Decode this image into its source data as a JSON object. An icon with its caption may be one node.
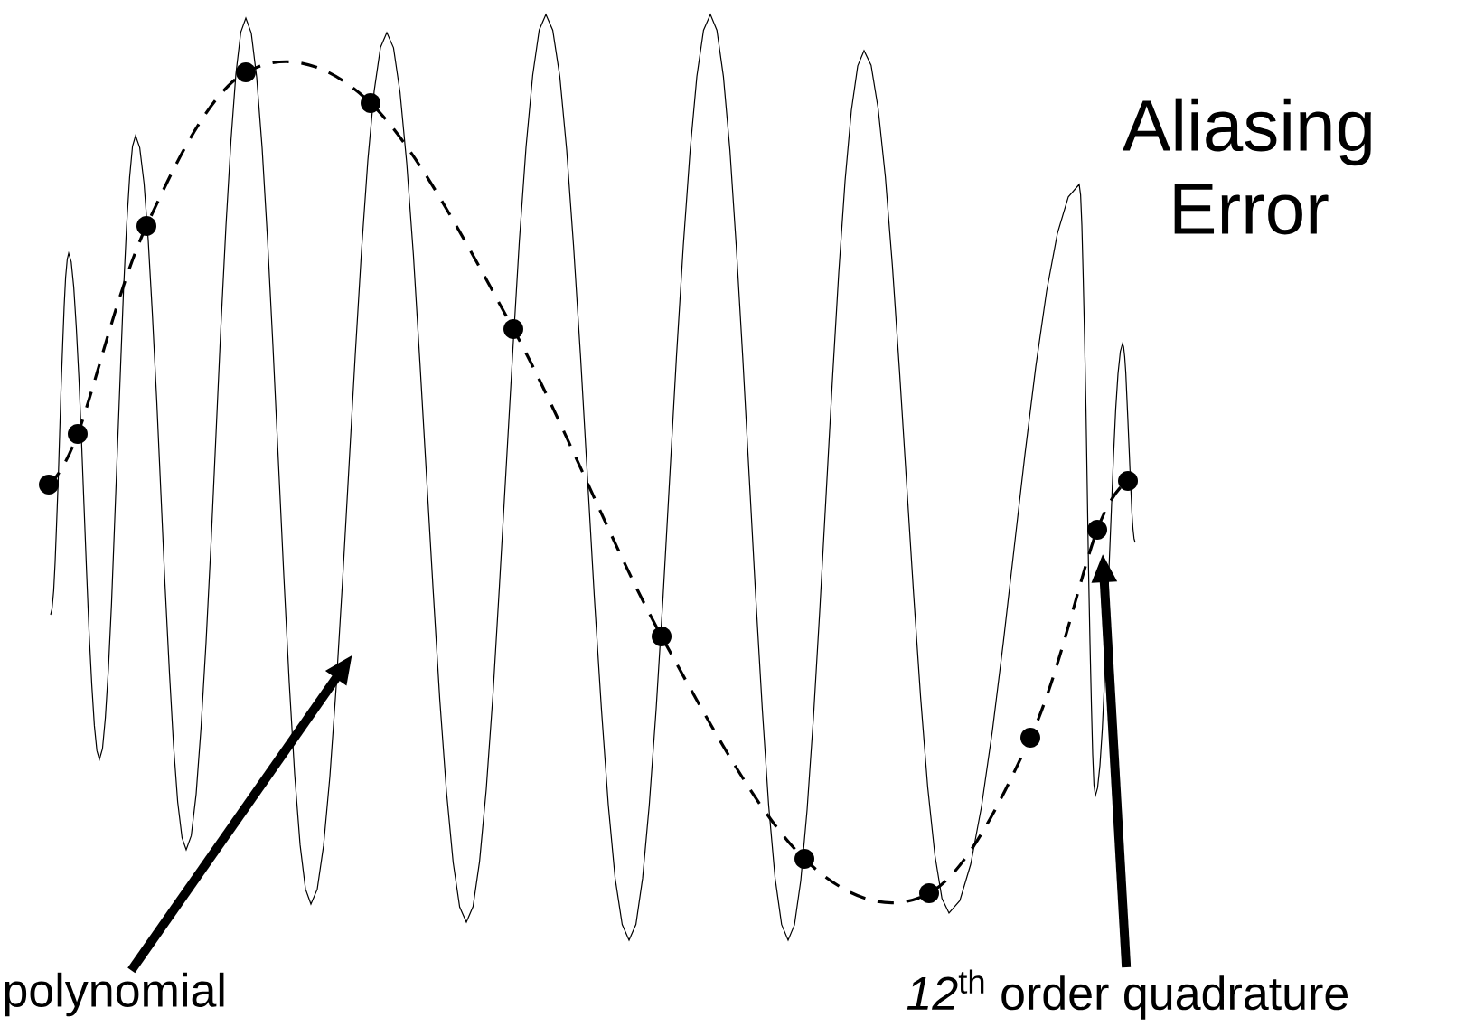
{
  "diagram": {
    "title": "Aliasing Error",
    "nodes": [
      {
        "text": [
          "polynomial"
        ]
      },
      {
        "text": [
          "*12*$^{th}$ order quadrature"
        ]
      }
    ],
    "edges": [
      {
        "from": 0,
        "to": null,
        "arrow": "to"
      },
      {
        "from": 1,
        "to": null,
        "arrow": "to"
      }
    ]
  }
}
